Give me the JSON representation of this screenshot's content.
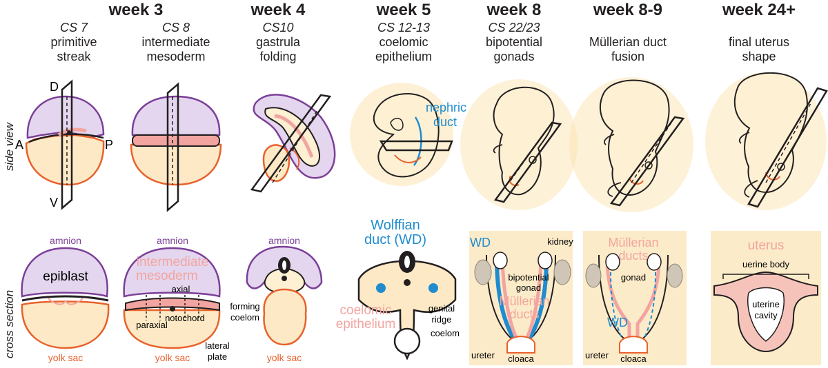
{
  "row_labels": {
    "side_view": "side view",
    "cross_section": "cross section"
  },
  "columns": [
    {
      "week": "week 3",
      "cs": "CS 7",
      "name1": "primitive",
      "name2": "streak"
    },
    {
      "week": "",
      "cs": "CS 8",
      "name1": "intermediate",
      "name2": "mesoderm"
    },
    {
      "week": "week 4",
      "cs": "CS10",
      "name1": "gastrula",
      "name2": "folding"
    },
    {
      "week": "week 5",
      "cs": "CS 12-13",
      "name1": "coelomic",
      "name2": "epithelium"
    },
    {
      "week": "week 8",
      "cs": "CS 22/23",
      "name1": "bipotential",
      "name2": "gonads"
    },
    {
      "week": "week 8-9",
      "cs": "",
      "name1": "Müllerian duct",
      "name2": "fusion"
    },
    {
      "week": "week 24+",
      "cs": "",
      "name1": "final uterus",
      "name2": "shape"
    }
  ],
  "side_labels": {
    "axis_d": "D",
    "axis_v": "V",
    "axis_a": "A",
    "axis_p": "P",
    "nephric_1": "nephric",
    "nephric_2": "duct"
  },
  "cross_labels": {
    "amnion": "amnion",
    "epiblast": "epiblast",
    "yolk_sac": "yolk sac",
    "intermediate_1": "intermediate",
    "intermediate_2": "mesoderm",
    "axial": "axial",
    "paraxial": "paraxial",
    "notochord": "notochord",
    "lateral_1": "lateral",
    "lateral_2": "plate",
    "forming_1": "forming",
    "forming_2": "coelom",
    "wolffian_1": "Wolffian",
    "wolffian_2": "duct (WD)",
    "coelomic_1": "coelomic",
    "coelomic_2": "epithelium",
    "genital_1": "genital",
    "genital_2": "ridge",
    "coelom": "coelom",
    "wd": "WD",
    "kidney": "kidney",
    "bipotential_1": "bipotential",
    "bipotential_2": "gonad",
    "mullerian_1": "Müllerian",
    "mullerian_2": "ducts",
    "ureter": "ureter",
    "cloaca": "cloaca",
    "gonad": "gonad",
    "uterus": "uterus",
    "uterine_body": "uerine body",
    "uterine_1": "uterine",
    "uterine_2": "cavity"
  },
  "colors": {
    "amnion": "#7b3f98",
    "amnion_fill": "#e3d6ee",
    "yolk": "#e8612c",
    "yolk_fill": "#fde9c5",
    "mesoderm": "#f2a5a0",
    "nephric": "#1f8ccf",
    "embryo_fill": "#fdf0d3",
    "bg_tan": "#fbe3b2",
    "outline": "#231f20"
  }
}
